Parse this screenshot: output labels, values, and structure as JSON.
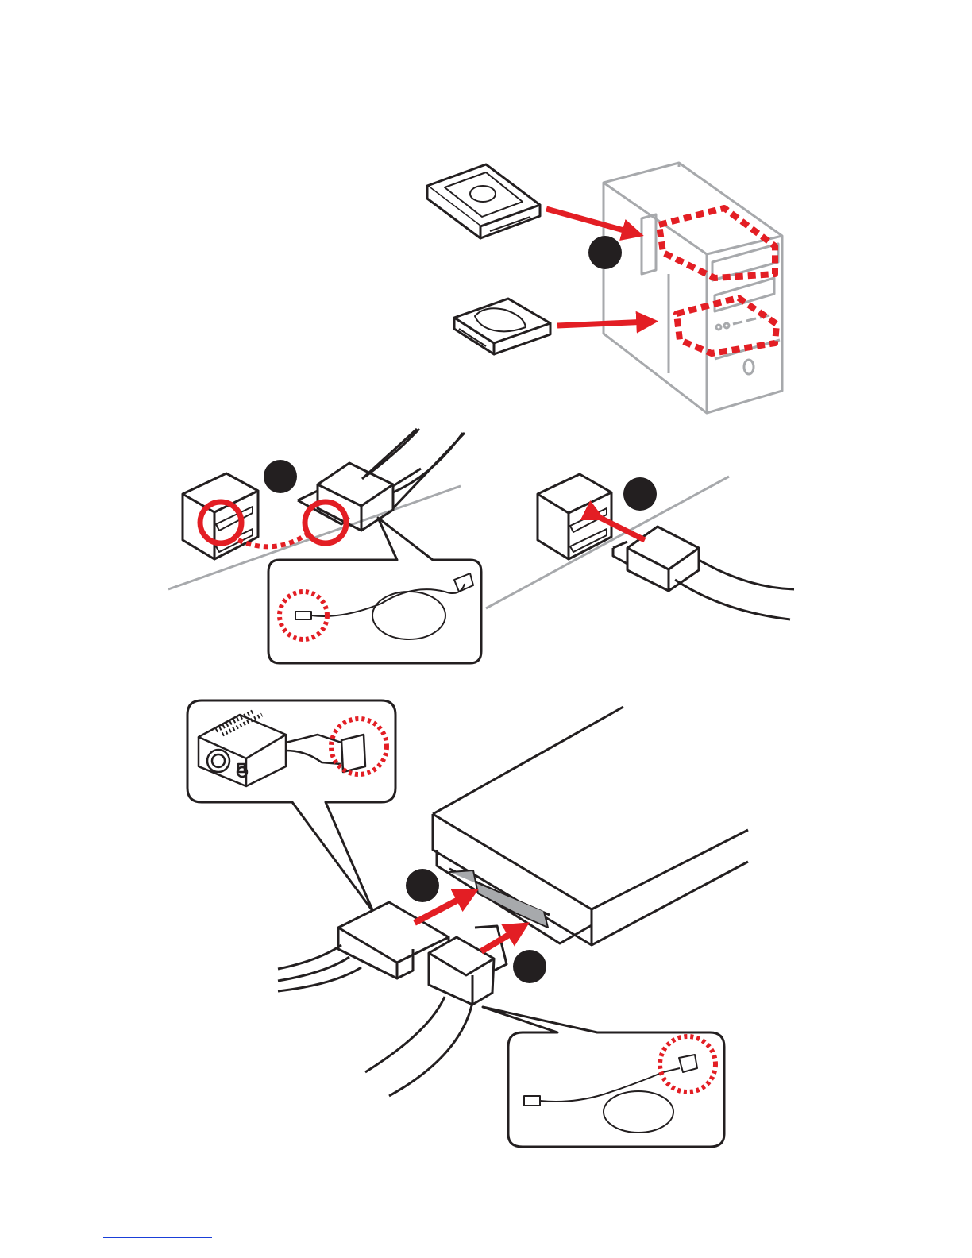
{
  "diagram": {
    "title": "",
    "colors": {
      "stroke": "#231f20",
      "accent": "#e31e24",
      "panel_gray": "#a7a9ac",
      "link_blue": "#1a3fd8",
      "background": "#ffffff"
    },
    "scenes": [
      {
        "id": "install-drives-in-case",
        "icons": [
          "optical-drive-icon",
          "hard-drive-icon",
          "pc-tower-icon",
          "arrow-icon"
        ]
      },
      {
        "id": "connect-sata-cable",
        "icons": [
          "sata-port-icon",
          "sata-cable-plug-icon",
          "sata-cable-icon"
        ]
      },
      {
        "id": "connect-power-and-data",
        "icons": [
          "power-supply-icon",
          "sata-power-connector-icon",
          "optical-drive-icon",
          "sata-cable-icon"
        ]
      }
    ],
    "step_badges": [
      {
        "id": "badge-1",
        "label": ""
      },
      {
        "id": "badge-2",
        "label": ""
      },
      {
        "id": "badge-3",
        "label": ""
      },
      {
        "id": "badge-4",
        "label": ""
      },
      {
        "id": "badge-5",
        "label": ""
      }
    ],
    "footer_link": ""
  }
}
